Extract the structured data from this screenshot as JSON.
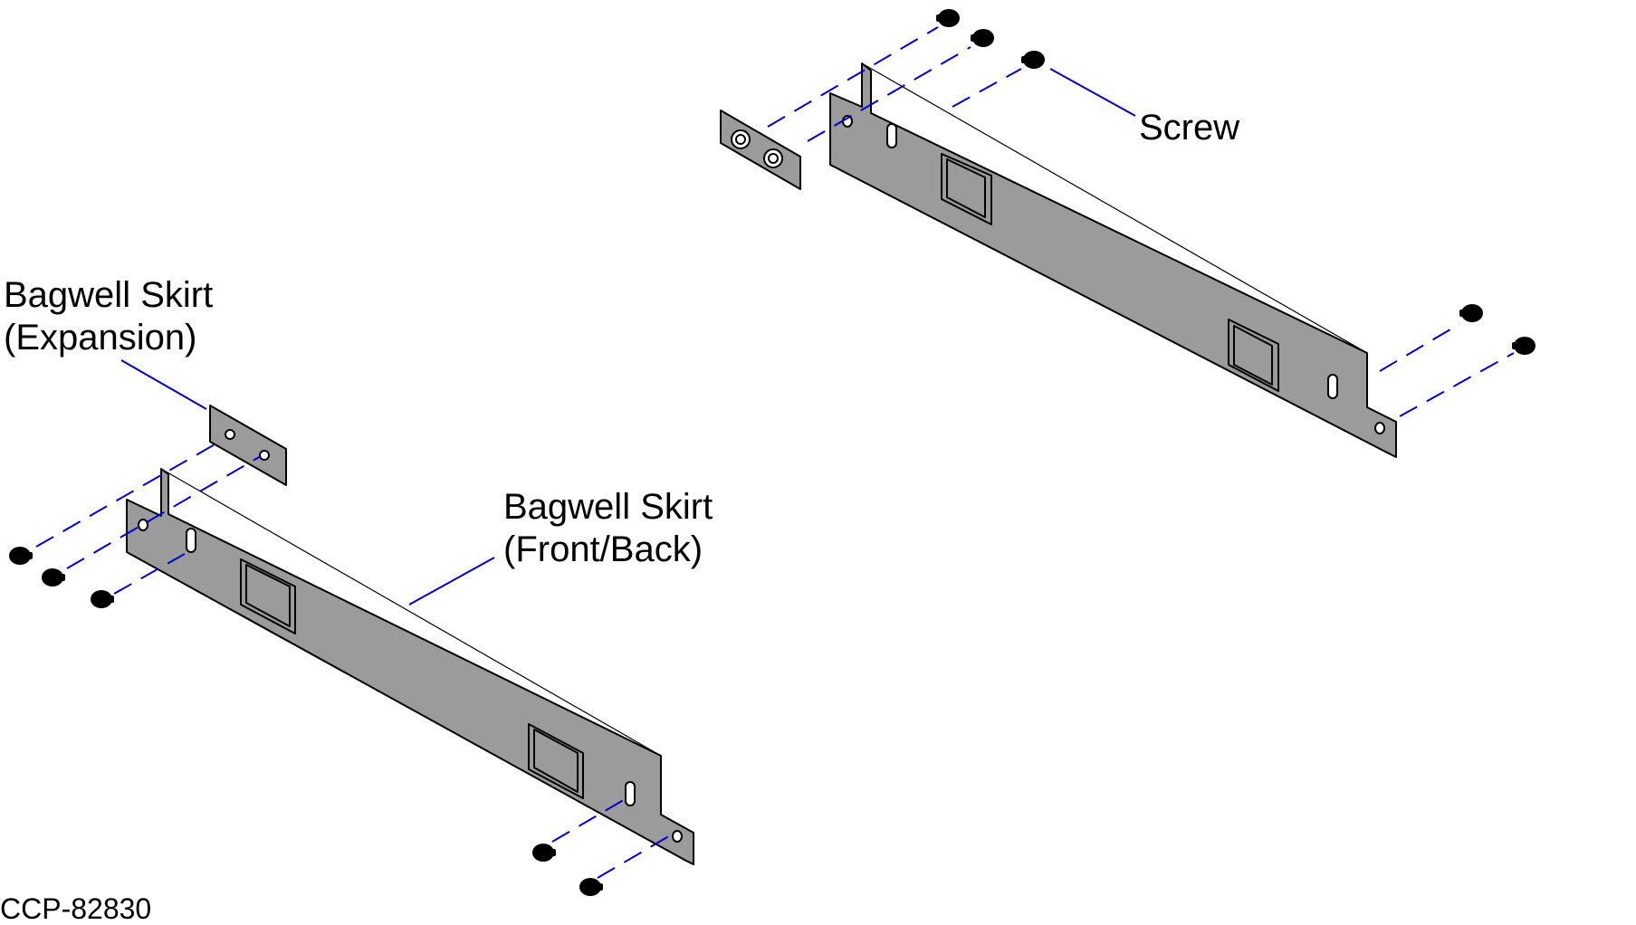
{
  "diagram": {
    "callouts": {
      "screw": "Screw",
      "skirt_expansion": [
        "Bagwell Skirt",
        "(Expansion)"
      ],
      "skirt_front_back": [
        "Bagwell Skirt",
        "(Front/Back)"
      ]
    },
    "figure_id": "CCP-82830",
    "colors": {
      "part_fill": "#9b9b9b",
      "outline": "#000000",
      "leader_line": "#0000cc",
      "screw": "#000000"
    }
  }
}
